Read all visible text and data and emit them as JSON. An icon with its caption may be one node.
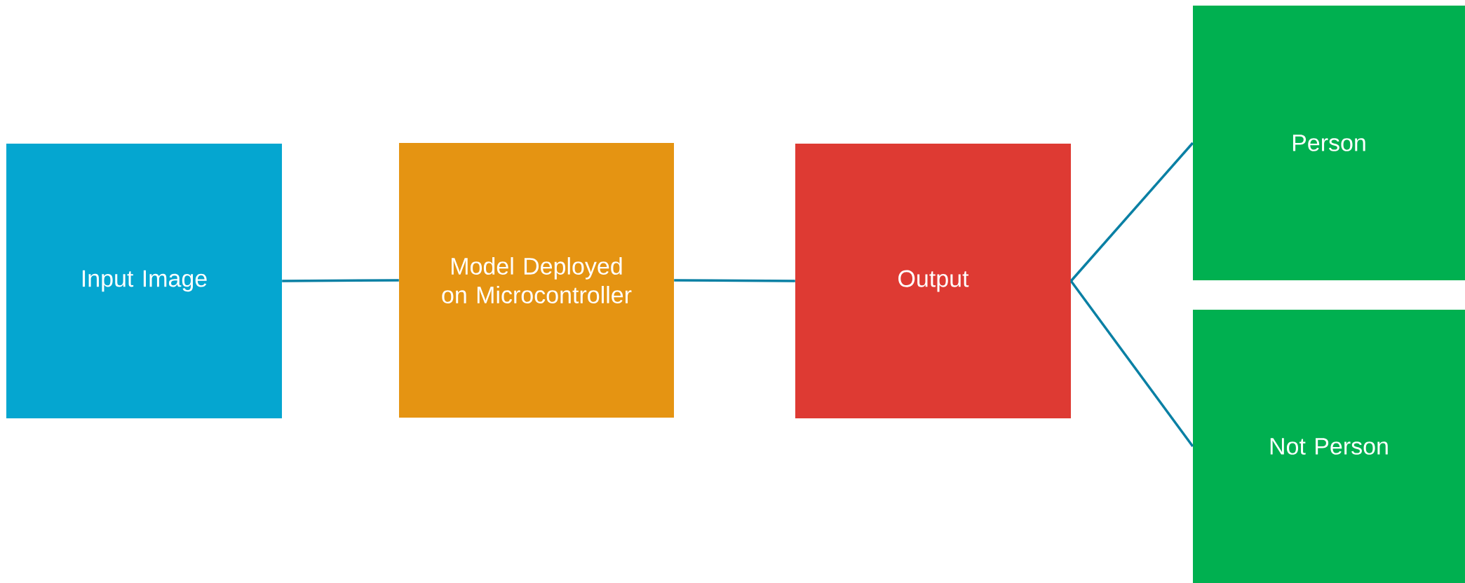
{
  "diagram": {
    "nodes": [
      {
        "text": [
          "Input Image"
        ]
      },
      {
        "text": [
          "Model Deployed on Microcontroller"
        ]
      },
      {
        "text": [
          "Output"
        ]
      },
      {
        "text": [
          "Person"
        ]
      },
      {
        "text": [
          "Not Person"
        ]
      }
    ],
    "edges": [
      {
        "from": 0,
        "to": 1,
        "arrow": "none"
      },
      {
        "from": 1,
        "to": 2,
        "arrow": "none"
      },
      {
        "from": 2,
        "to": 3,
        "arrow": "none"
      },
      {
        "from": 2,
        "to": 4,
        "arrow": "none"
      }
    ]
  }
}
